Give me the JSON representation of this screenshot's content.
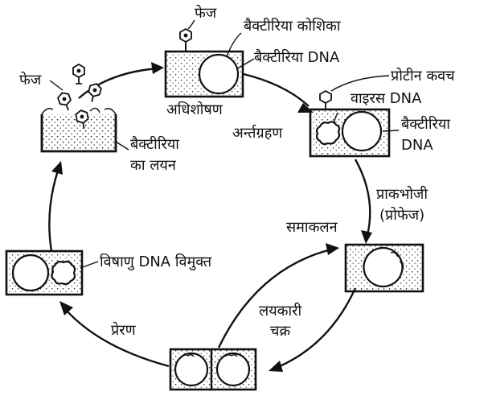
{
  "labels": {
    "phage_top": "फेज",
    "bacterial_cell": "बैक्टीरिया कोशिका",
    "bacterial_dna_top": "बैक्टीरिया DNA",
    "adsorption": "अधिशोषण",
    "protein_coat": "प्रोटीन कवच",
    "viral_dna": "वाइरस DNA",
    "ingestion": "अर्न्तग्रहण",
    "bacterial_dna_right_1": "बैक्टीरिया",
    "bacterial_dna_right_2": "DNA",
    "phage_left": "फेज",
    "lysis_1": "बैक्टीरिया",
    "lysis_2": "का लयन",
    "prophage_1": "प्राकभोजी",
    "prophage_2": "(प्रोफेज)",
    "integration": "समाकलन",
    "viral_dna_released": "विषाणु DNA विमुक्त",
    "induction": "प्रेरण",
    "lytic_1": "लयकारी",
    "lytic_2": "चक्र"
  }
}
